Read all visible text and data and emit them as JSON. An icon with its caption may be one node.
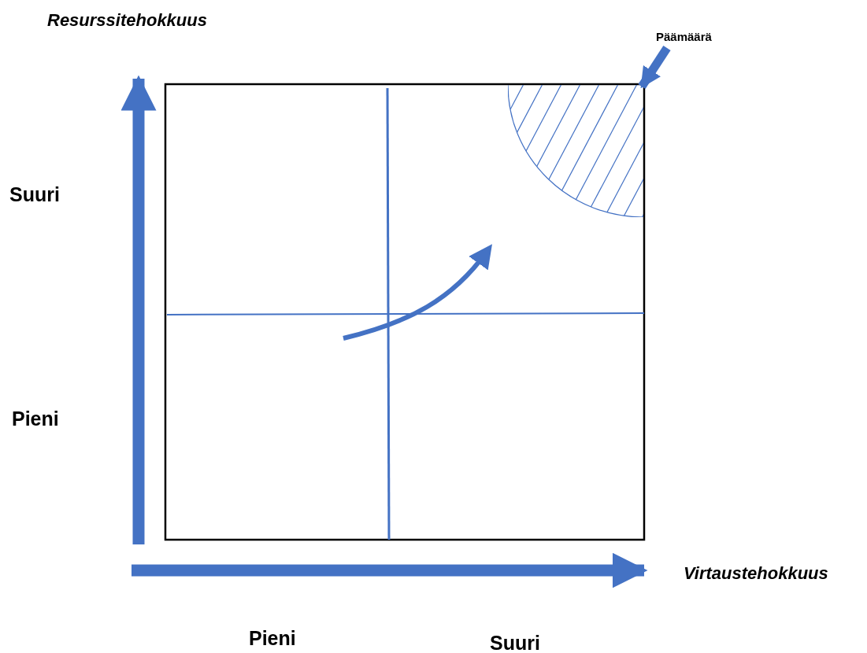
{
  "diagram": {
    "nodes": [
      {
        "text": [
          "Päämäärä"
        ]
      },
      {
        "text": [],
        "shape": "sector"
      }
    ],
    "edges": [
      {
        "from": 0,
        "to": 1,
        "arrow": "to"
      }
    ],
    "labels": [
      "Resurssitehokkuus",
      "Suuri",
      "Pieni",
      "Virtaustehokkuus",
      "Pieni",
      "Suuri"
    ]
  }
}
